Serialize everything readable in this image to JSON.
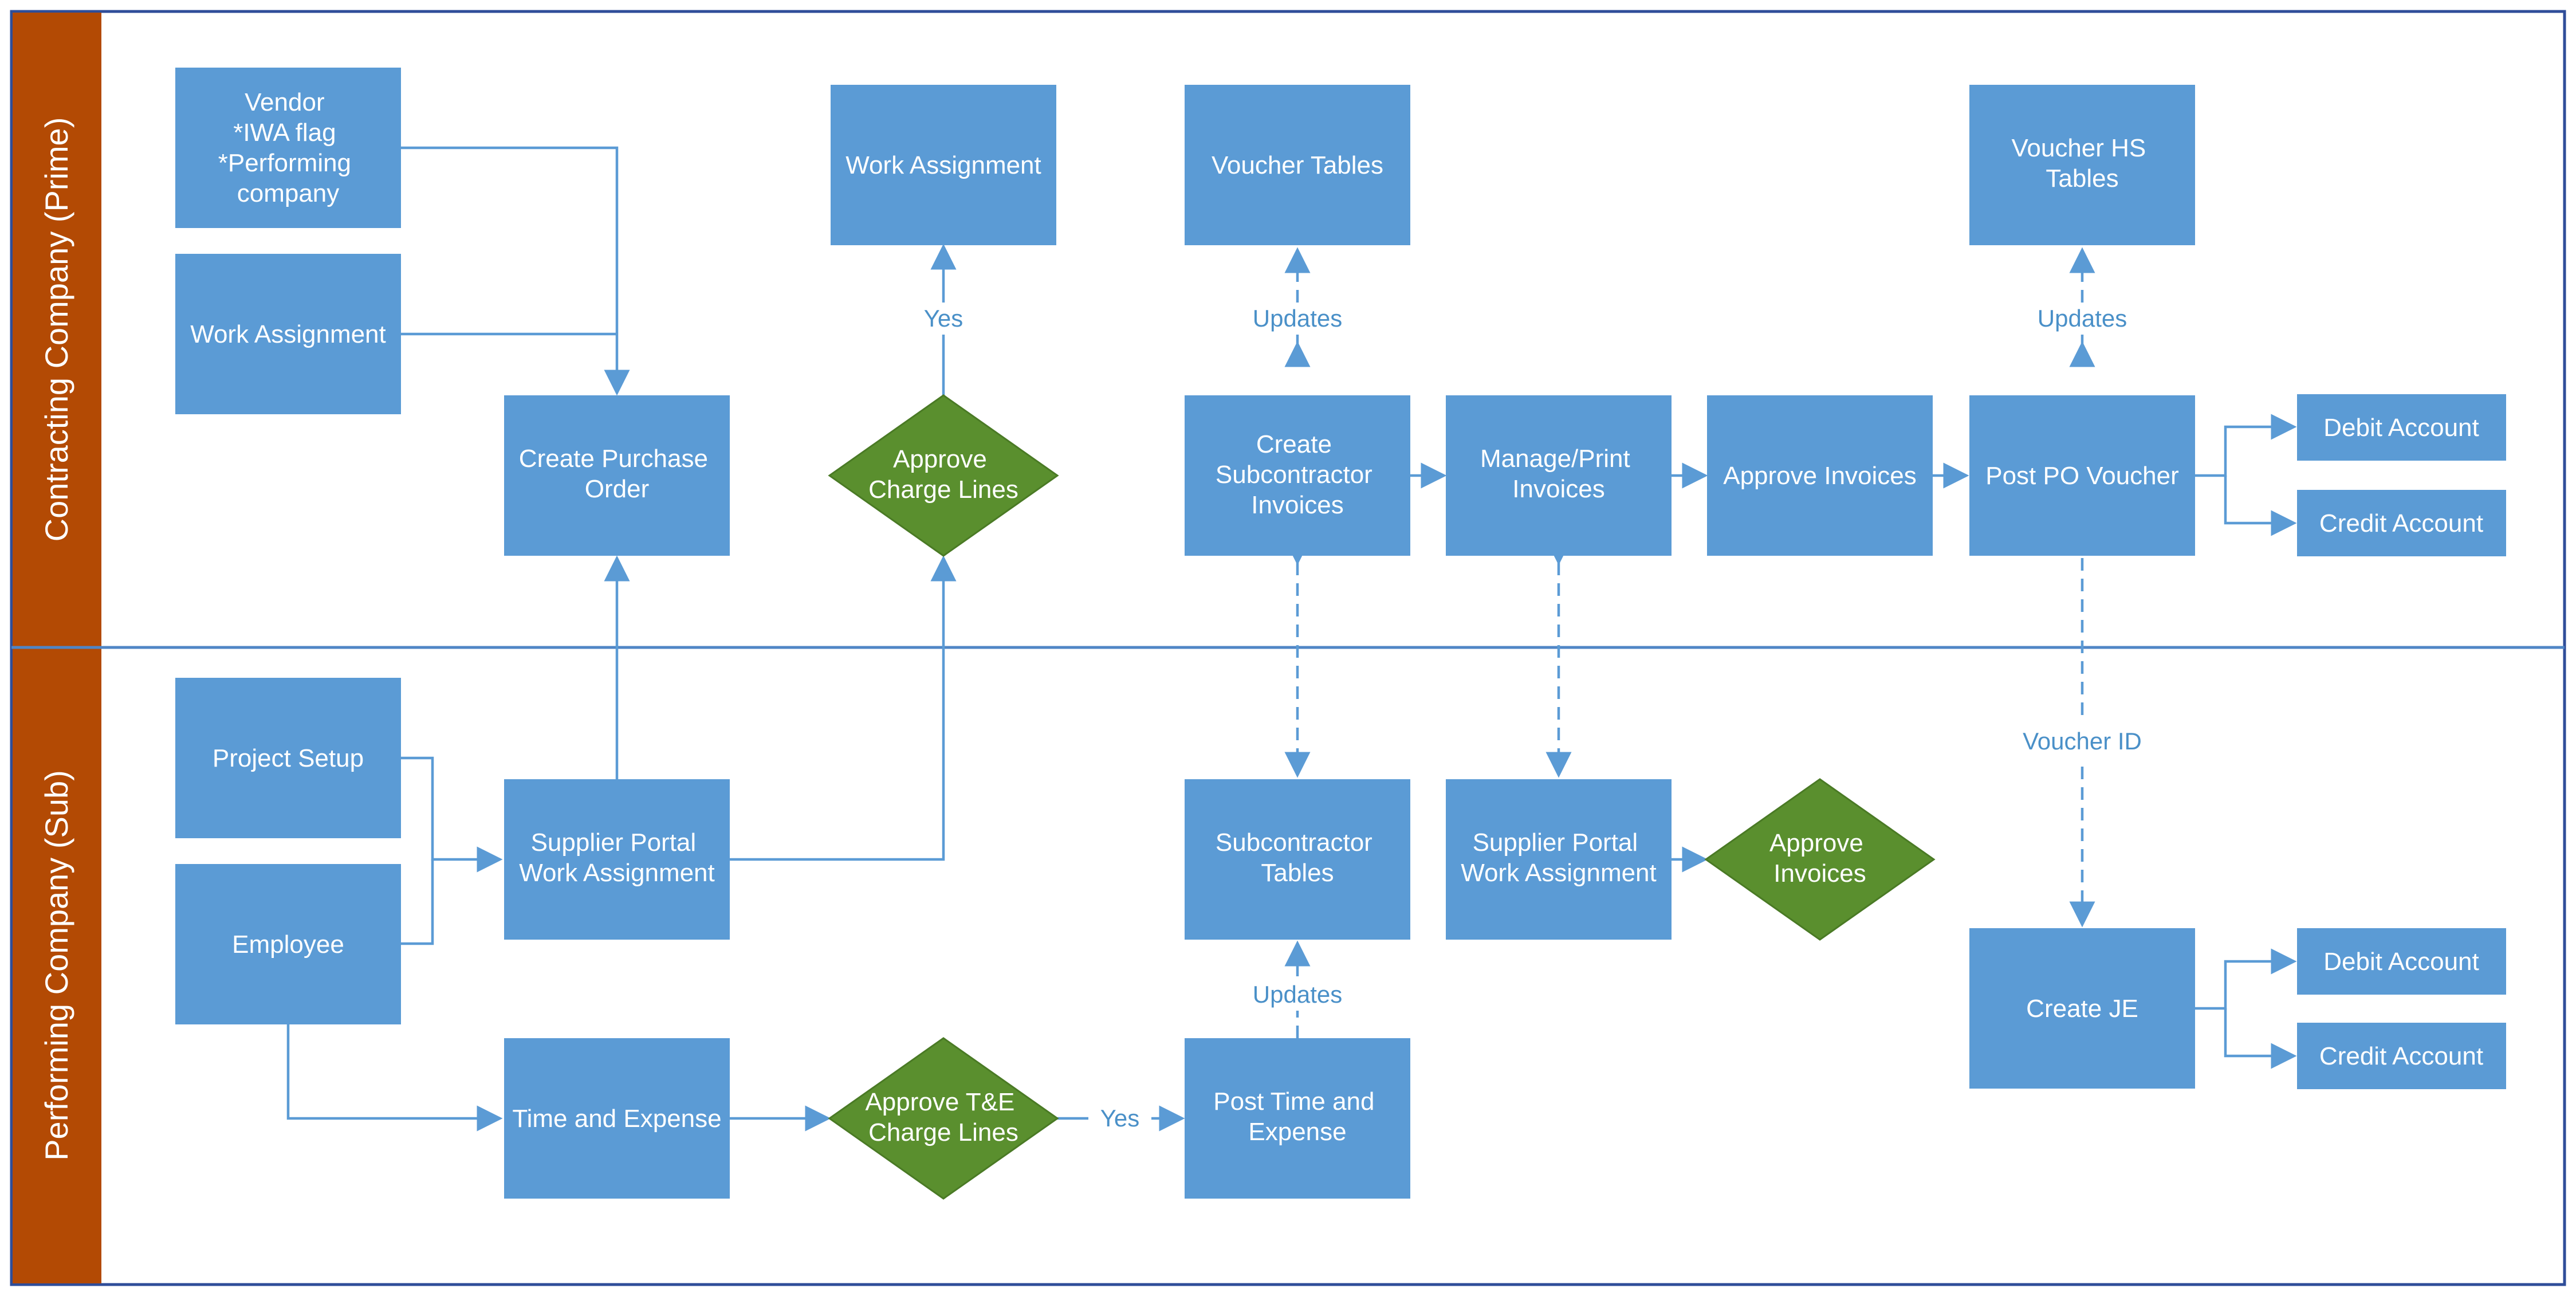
{
  "lanes": {
    "prime": "Contracting Company (Prime)",
    "sub": "Performing Company (Sub)"
  },
  "colors": {
    "lane_header": "#b34a04",
    "box": "#5b9bd5",
    "decision": "#5a8f2e",
    "connector": "#5b9bd5",
    "border": "#2f4d99"
  },
  "nodes": {
    "vendor": [
      "Vendor",
      "*IWA flag",
      "*Performing",
      "company"
    ],
    "work_assignment_input": [
      "Work Assignment"
    ],
    "create_po": [
      "Create Purchase",
      "Order"
    ],
    "work_assignment_top": [
      "Work Assignment"
    ],
    "approve_charge_lines": [
      "Approve",
      "Charge Lines"
    ],
    "voucher_tables": [
      "Voucher Tables"
    ],
    "create_sub_invoices": [
      "Create",
      "Subcontractor",
      "Invoices"
    ],
    "manage_print_invoices": [
      "Manage/Print",
      "Invoices"
    ],
    "approve_invoices_prime": [
      "Approve Invoices"
    ],
    "voucher_hs_tables": [
      "Voucher HS",
      "Tables"
    ],
    "post_po_voucher": [
      "Post PO Voucher"
    ],
    "debit_account_prime": [
      "Debit Account"
    ],
    "credit_account_prime": [
      "Credit Account"
    ],
    "project_setup": [
      "Project Setup"
    ],
    "employee": [
      "Employee"
    ],
    "supplier_portal_wa_1": [
      "Supplier Portal",
      "Work Assignment"
    ],
    "time_and_expense": [
      "Time and Expense"
    ],
    "approve_te_charge_lines": [
      "Approve T&E",
      "Charge Lines"
    ],
    "post_time_expense": [
      "Post Time and",
      "Expense"
    ],
    "subcontractor_tables": [
      "Subcontractor",
      "Tables"
    ],
    "supplier_portal_wa_2": [
      "Supplier Portal",
      "Work Assignment"
    ],
    "approve_invoices_sub": [
      "Approve",
      "Invoices"
    ],
    "create_je": [
      "Create JE"
    ],
    "debit_account_sub": [
      "Debit Account"
    ],
    "credit_account_sub": [
      "Credit Account"
    ]
  },
  "edge_labels": {
    "yes_top": "Yes",
    "updates_voucher": "Updates",
    "updates_voucher_hs": "Updates",
    "voucher_id": "Voucher ID",
    "updates_sub_tables": "Updates",
    "yes_bottom": "Yes"
  }
}
